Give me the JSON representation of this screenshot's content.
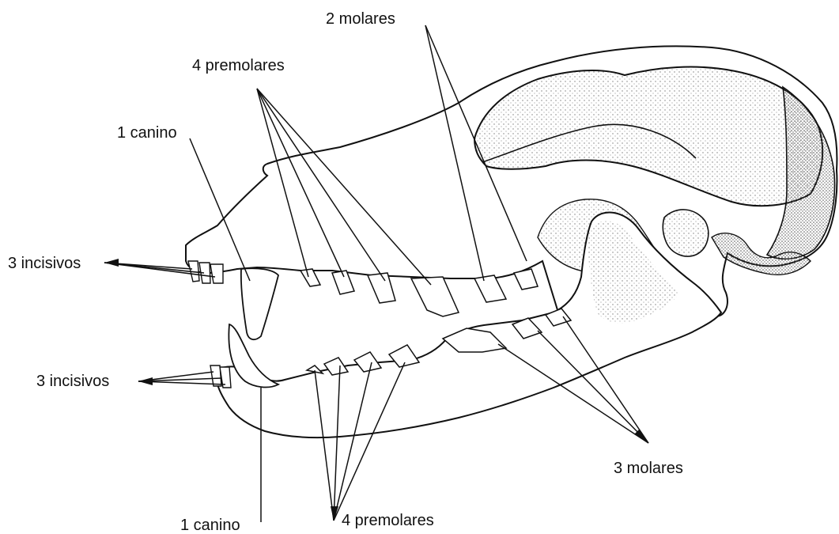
{
  "labels": {
    "upper_molars": "2 molares",
    "upper_premolars": "4 premolares",
    "upper_canine": "1 canino",
    "upper_incisors": "3 incisivos",
    "lower_incisors": "3 incisivos",
    "lower_molars": "3 molares",
    "lower_canine": "1 canino",
    "lower_premolars": "4 premolares"
  },
  "colors": {
    "ink": "#111111",
    "bone_fill": "#ffffff",
    "shading": "#8a8a8a"
  }
}
